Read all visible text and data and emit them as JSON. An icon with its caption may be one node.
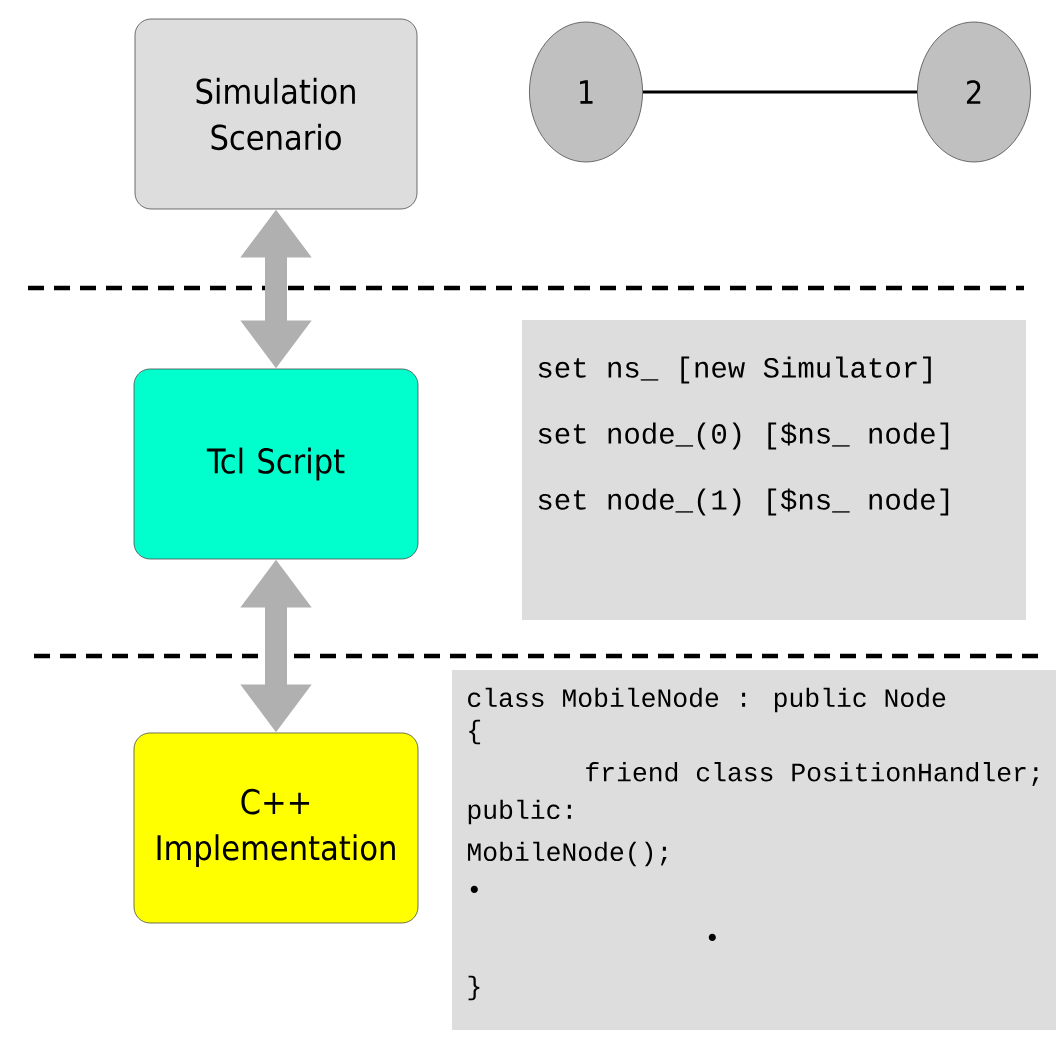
{
  "diagram": {
    "nodes": [
      {
        "text": [
          "Simulation Scenario"
        ]
      },
      {
        "text": [
          "1"
        ]
      },
      {
        "text": [
          "2"
        ]
      },
      {
        "text": [
          "Tcl Script"
        ]
      },
      {
        "text": [
          "set ns_ [new Simulator]",
          "set node_(0) [$ns_ node]",
          "set node_(1) [$ns_ node]"
        ]
      },
      {
        "text": [
          "C++ Implementation"
        ]
      },
      {
        "text": [
          "class MobileNode : public Node",
          "{",
          "friend class PositionHandler;",
          "public:",
          "MobileNode();",
          "•",
          "•",
          "}"
        ]
      }
    ],
    "edges": [
      {
        "from": 0,
        "to": 3,
        "arrow": "both"
      },
      {
        "from": 3,
        "to": 5,
        "arrow": "both"
      },
      {
        "from": 1,
        "to": 2,
        "arrow": "none",
        "color": "#000000"
      }
    ]
  }
}
